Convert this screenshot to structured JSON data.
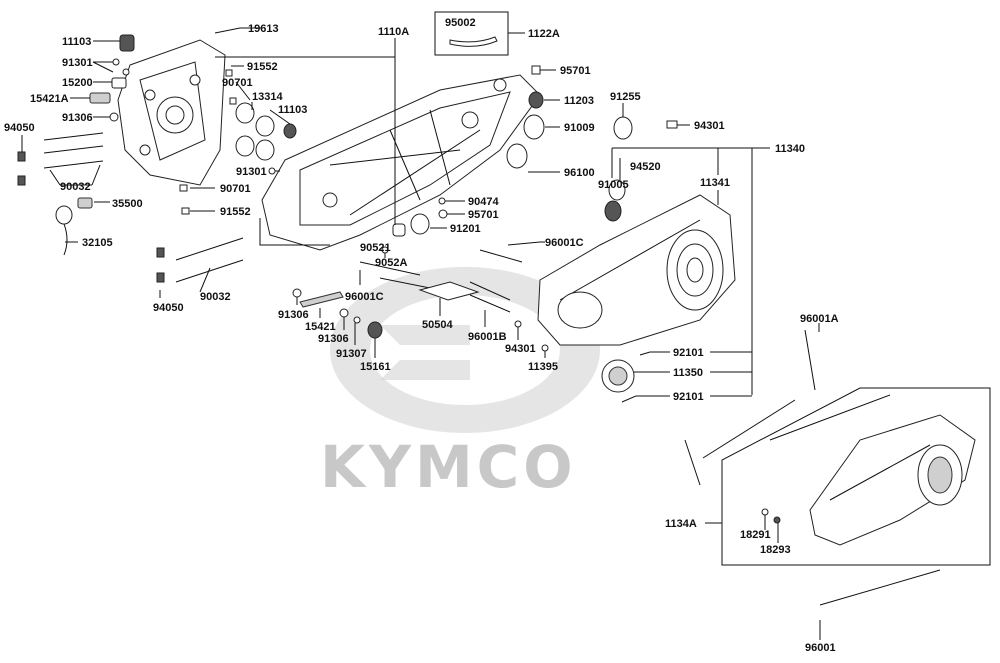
{
  "watermark": {
    "brand": "KYMCO"
  },
  "labels": {
    "p19613": "19613",
    "p11103a": "11103",
    "p91301a": "91301",
    "p15200": "15200",
    "p15421A": "15421A",
    "p91306a": "91306",
    "p94050a": "94050",
    "p90032a": "90032",
    "p35500": "35500",
    "p32105": "32105",
    "p94050b": "94050",
    "p90032b": "90032",
    "p91552a": "91552",
    "p90701a": "90701",
    "p13314": "13314",
    "p11103b": "11103",
    "p91301b": "91301",
    "p90701b": "90701",
    "p91552b": "91552",
    "p1110A": "1110A",
    "p95002": "95002",
    "p1122A": "1122A",
    "p95701a": "95701",
    "p11203": "11203",
    "p91009": "91009",
    "p96100": "96100",
    "p91255": "91255",
    "p94301a": "94301",
    "p11340": "11340",
    "p94520": "94520",
    "p91005": "91005",
    "p11341": "11341",
    "p90474": "90474",
    "p95701b": "95701",
    "p91201": "91201",
    "p90521": "90521",
    "p9052A": "9052A",
    "p96001C1": "96001C",
    "p96001C2": "96001C",
    "p91306b": "91306",
    "p15421": "15421",
    "p91306c": "91306",
    "p91307": "91307",
    "p15161": "15161",
    "p50504": "50504",
    "p96001B": "96001B",
    "p94301b": "94301",
    "p11395": "11395",
    "p92101a": "92101",
    "p11350": "11350",
    "p92101b": "92101",
    "p96001A": "96001A",
    "p1134A": "1134A",
    "p18291": "18291",
    "p18293": "18293",
    "p96001": "96001"
  }
}
